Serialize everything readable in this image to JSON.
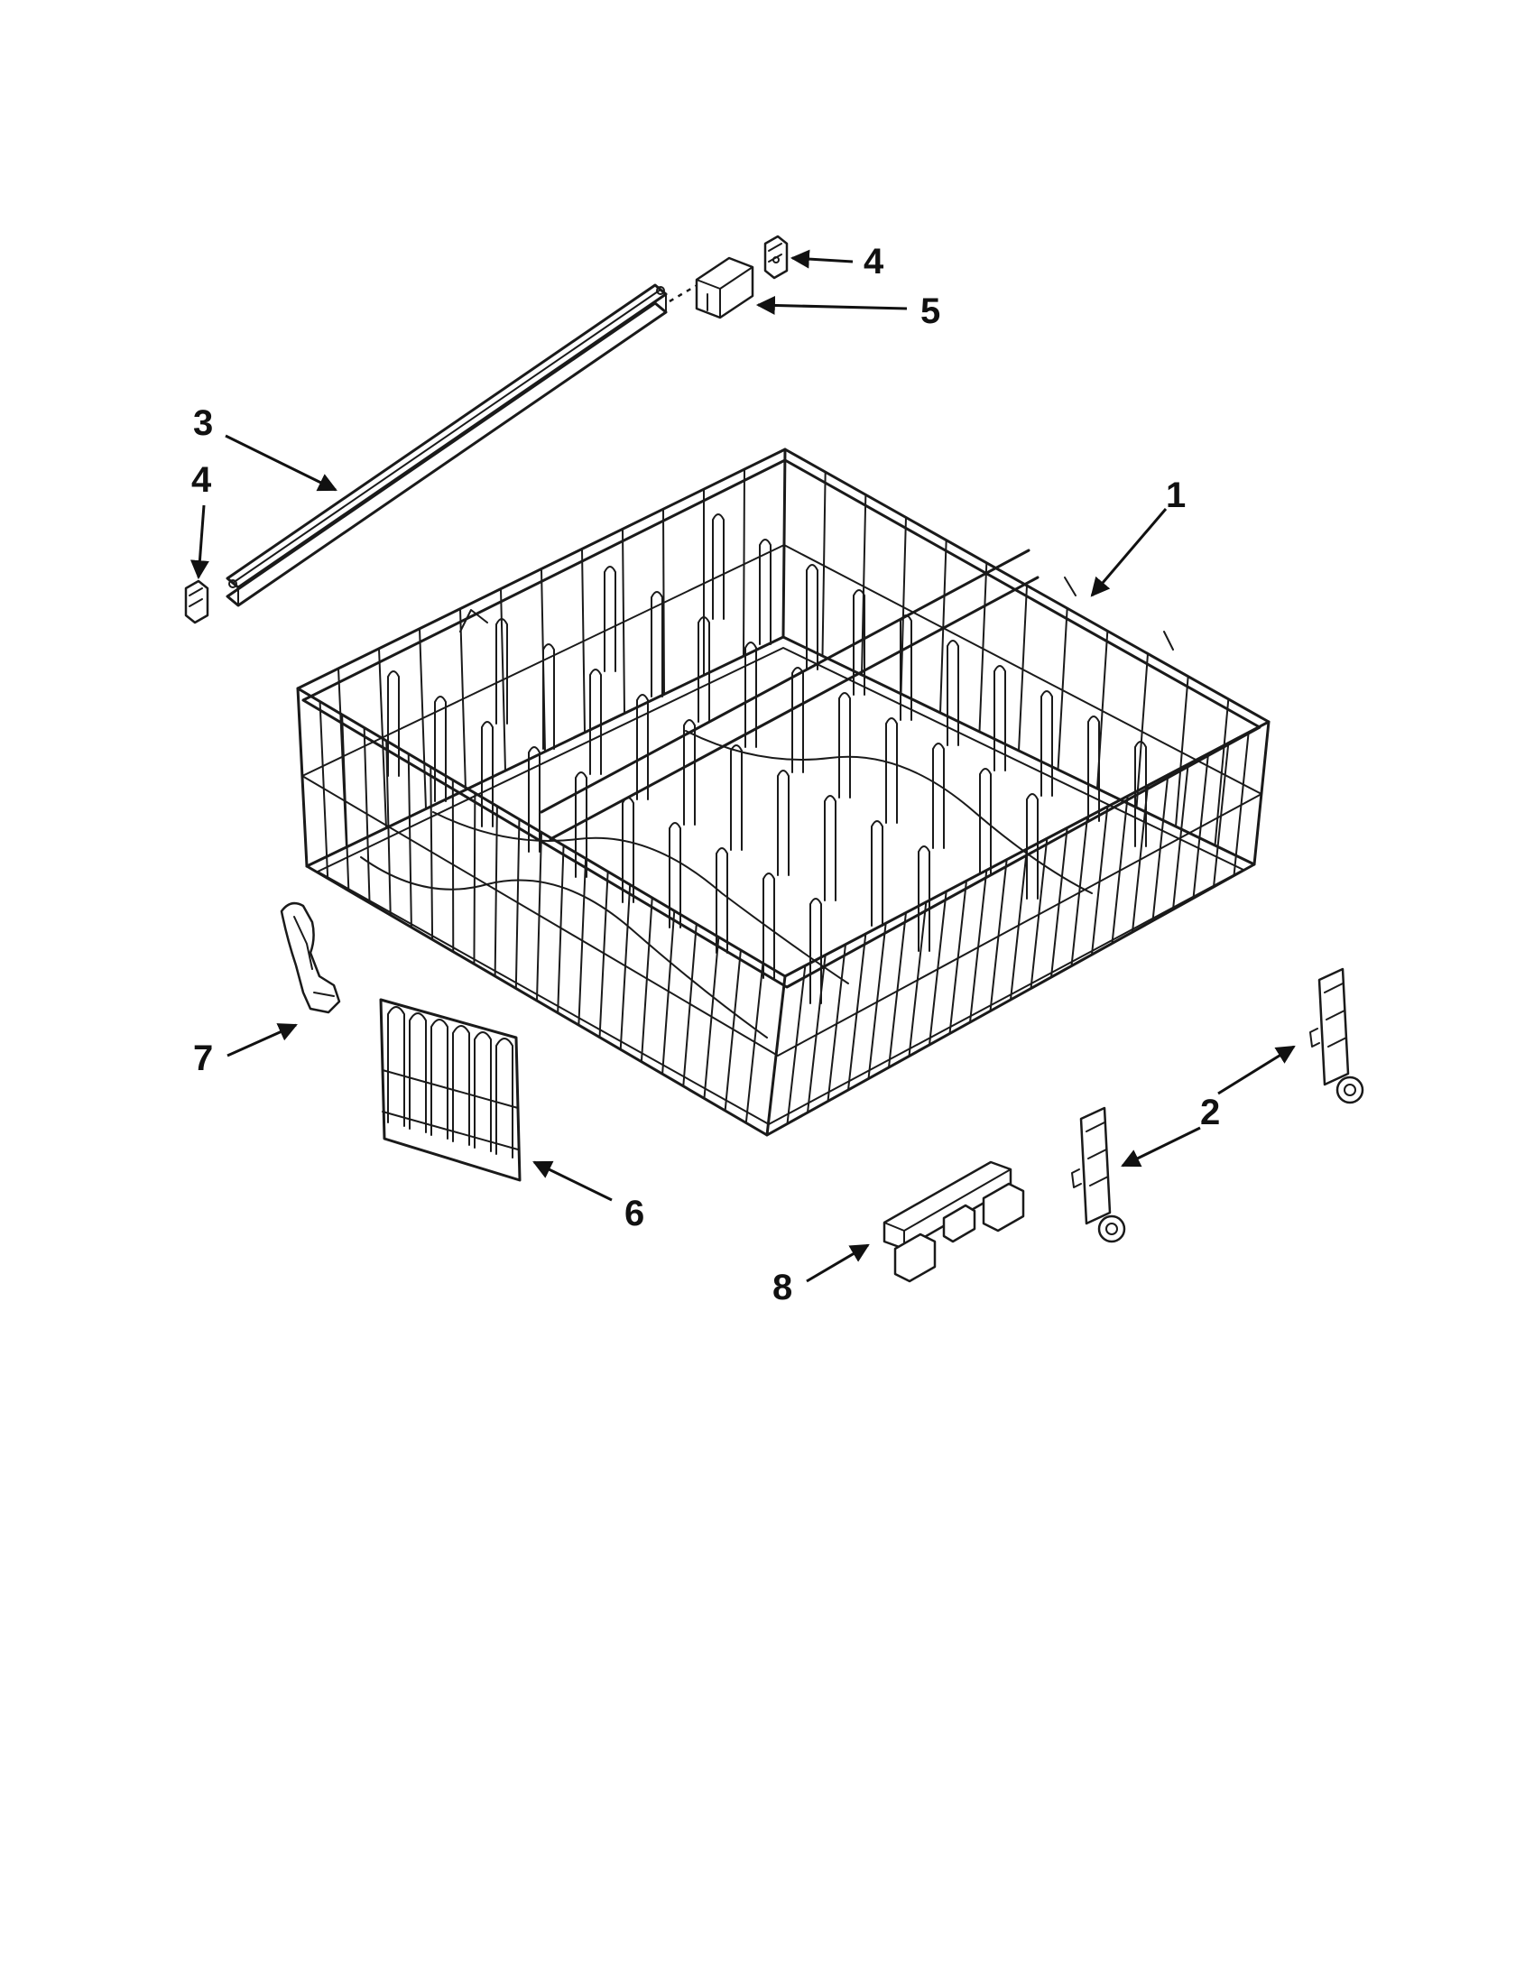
{
  "callouts": [
    {
      "id": "1",
      "label": "1",
      "part": "upper-rack"
    },
    {
      "id": "2",
      "label": "2",
      "part": "rack-adjuster"
    },
    {
      "id": "3",
      "label": "3",
      "part": "rack-track"
    },
    {
      "id": "4a",
      "label": "4",
      "part": "track-stop"
    },
    {
      "id": "4b",
      "label": "4",
      "part": "track-stop"
    },
    {
      "id": "5",
      "label": "5",
      "part": "track-end-cap"
    },
    {
      "id": "6",
      "label": "6",
      "part": "tine-row"
    },
    {
      "id": "7",
      "label": "7",
      "part": "rack-clip"
    },
    {
      "id": "8",
      "label": "8",
      "part": "rack-bumper"
    }
  ]
}
